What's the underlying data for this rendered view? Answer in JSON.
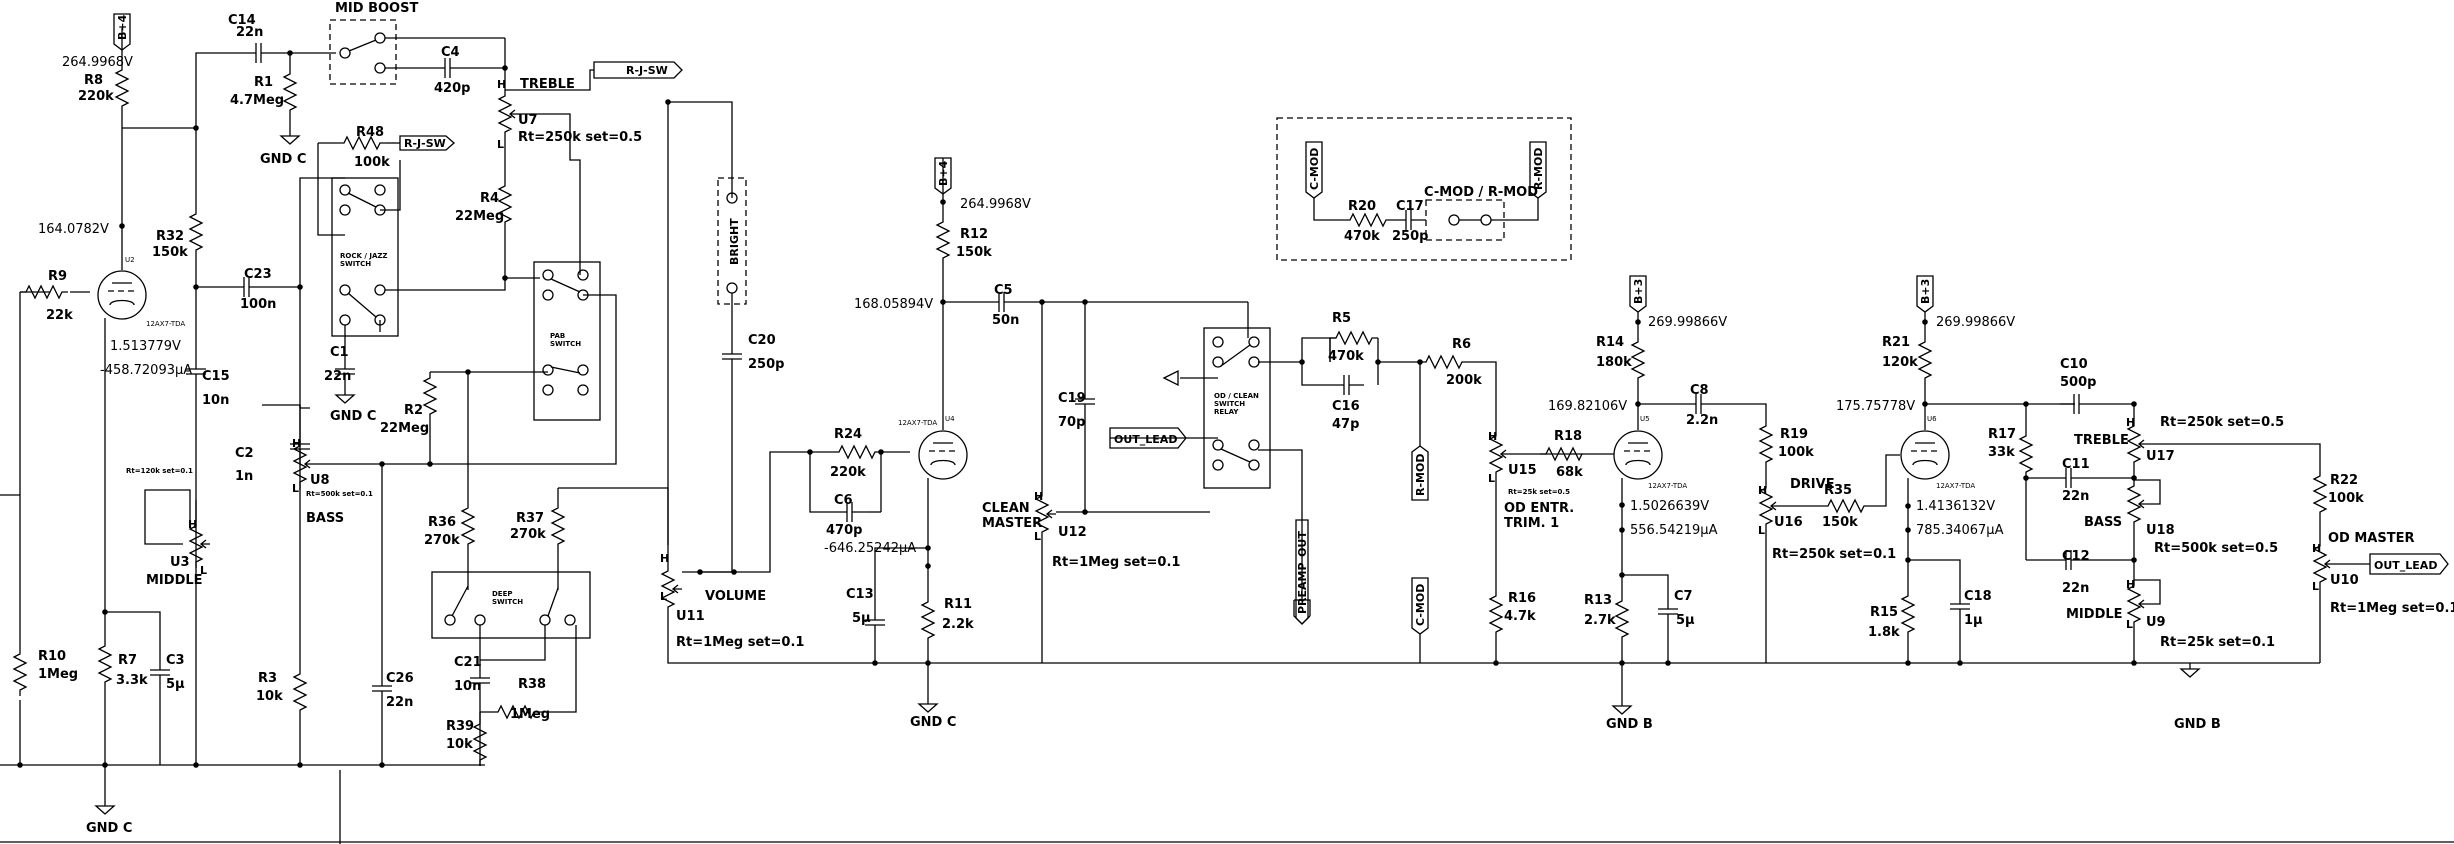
{
  "title": "",
  "nodes": {
    "v_r8_top": "264.9968V",
    "v_v1_plate": "164.0782V",
    "v_v1_cath": "1.513779V",
    "i_v1_cath": "-458.72093µA",
    "v_v2_top": "264.9968V",
    "v_v2_plate": "168.05894V",
    "i_v2_cath": "-646.25242µA",
    "v_v3_top": "269.99866V",
    "v_v3_plate": "169.82106V",
    "v_v3_cath": "1.5026639V",
    "i_v3_cath": "556.54219µA",
    "v_v4_top": "269.99866V",
    "v_v4_plate": "175.75778V",
    "v_v4_cath": "1.4136132V",
    "i_v4_cath": "785.34067µA"
  },
  "rails": {
    "b4": "B+4",
    "b3": "B+3"
  },
  "components": {
    "r8": {
      "ref": "R8",
      "val": "220k"
    },
    "r9": {
      "ref": "R9",
      "val": "22k"
    },
    "r10": {
      "ref": "R10",
      "val": "1Meg"
    },
    "r7": {
      "ref": "R7",
      "val": "3.3k"
    },
    "c3": {
      "ref": "C3",
      "val": "5µ"
    },
    "c14": {
      "ref": "C14",
      "val": "22n"
    },
    "r1": {
      "ref": "R1",
      "val": "4.7Meg"
    },
    "c4": {
      "ref": "C4",
      "val": "420p"
    },
    "r32": {
      "ref": "R32",
      "val": "150k"
    },
    "c23": {
      "ref": "C23",
      "val": "100n"
    },
    "c15": {
      "ref": "C15",
      "val": "10n"
    },
    "r48": {
      "ref": "R48",
      "val": "100k"
    },
    "c1": {
      "ref": "C1",
      "val": "22n"
    },
    "c2": {
      "ref": "C2",
      "val": "1n"
    },
    "r3": {
      "ref": "R3",
      "val": "10k"
    },
    "c26": {
      "ref": "C26",
      "val": "22n"
    },
    "r4": {
      "ref": "R4",
      "val": "22Meg"
    },
    "r2": {
      "ref": "R2",
      "val": "22Meg"
    },
    "r36": {
      "ref": "R36",
      "val": "270k"
    },
    "r37": {
      "ref": "R37",
      "val": "270k"
    },
    "c21": {
      "ref": "C21",
      "val": "10n"
    },
    "r38": {
      "ref": "R38",
      "val": "1Meg"
    },
    "r39": {
      "ref": "R39",
      "val": "10k"
    },
    "c20": {
      "ref": "C20",
      "val": "250p"
    },
    "r12": {
      "ref": "R12",
      "val": "150k"
    },
    "c5": {
      "ref": "C5",
      "val": "50n"
    },
    "r24": {
      "ref": "R24",
      "val": "220k"
    },
    "c6": {
      "ref": "C6",
      "val": "470p"
    },
    "c13": {
      "ref": "C13",
      "val": "5µ"
    },
    "r11": {
      "ref": "R11",
      "val": "2.2k"
    },
    "c19": {
      "ref": "C19",
      "val": "70p"
    },
    "r5": {
      "ref": "R5",
      "val": "470k"
    },
    "c16": {
      "ref": "C16",
      "val": "47p"
    },
    "r6": {
      "ref": "R6",
      "val": "200k"
    },
    "r20": {
      "ref": "R20",
      "val": "470k"
    },
    "c17": {
      "ref": "C17",
      "val": "250p"
    },
    "r14": {
      "ref": "R14",
      "val": "180k"
    },
    "c8": {
      "ref": "C8",
      "val": "2.2n"
    },
    "r18": {
      "ref": "R18",
      "val": "68k"
    },
    "r16": {
      "ref": "R16",
      "val": "4.7k"
    },
    "r13": {
      "ref": "R13",
      "val": "2.7k"
    },
    "c7": {
      "ref": "C7",
      "val": "5µ"
    },
    "r19": {
      "ref": "R19",
      "val": "100k"
    },
    "r35": {
      "ref": "R35",
      "val": "150k"
    },
    "r21": {
      "ref": "R21",
      "val": "120k"
    },
    "c10": {
      "ref": "C10",
      "val": "500p"
    },
    "r17": {
      "ref": "R17",
      "val": "33k"
    },
    "c11": {
      "ref": "C11",
      "val": "22n"
    },
    "c12": {
      "ref": "C12",
      "val": "22n"
    },
    "r15": {
      "ref": "R15",
      "val": "1.8k"
    },
    "c18": {
      "ref": "C18",
      "val": "1µ"
    },
    "r22": {
      "ref": "R22",
      "val": "100k"
    }
  },
  "pots": {
    "u7": {
      "ref": "U7",
      "name": "TREBLE",
      "param": "Rt=250k set=0.5"
    },
    "u8": {
      "ref": "U8",
      "name": "BASS",
      "param": "Rt=500k set=0.1"
    },
    "u3": {
      "ref": "U3",
      "name": "MIDDLE",
      "param": "Rt=120k set=0.1"
    },
    "u11": {
      "ref": "U11",
      "name": "VOLUME",
      "param": "Rt=1Meg set=0.1"
    },
    "u12": {
      "ref": "U12",
      "name": "CLEAN\nMASTER",
      "param": "Rt=1Meg set=0.1"
    },
    "u15": {
      "ref": "U15",
      "name": "OD ENTR.\nTRIM. 1",
      "param": "Rt=25k set=0.5"
    },
    "u16": {
      "ref": "U16",
      "name": "DRIVE",
      "param": "Rt=250k set=0.1"
    },
    "u17": {
      "ref": "U17",
      "name": "TREBLE",
      "param": "Rt=250k set=0.5"
    },
    "u18": {
      "ref": "U18",
      "name": "BASS",
      "param": "Rt=500k set=0.5"
    },
    "u9": {
      "ref": "U9",
      "name": "MIDDLE",
      "param": "Rt=25k set=0.1"
    },
    "u10": {
      "ref": "U10",
      "name": "OD MASTER",
      "param": "Rt=1Meg set=0.1"
    }
  },
  "pot_letters": {
    "h": "H",
    "l": "L"
  },
  "switches": {
    "mid_boost": "MID BOOST",
    "rock_jazz": "ROCK / JAZZ\nSWITCH",
    "pab": "PAB\nSWITCH",
    "deep": "DEEP\nSWITCH",
    "bright": "BRIGHT",
    "relay": "OD / CLEAN\nSWITCH\nRELAY",
    "cmod_rmod": "C-MOD / R-MOD"
  },
  "nets": {
    "rjsw": "R-J-SW",
    "out_lead": "OUT_LEAD",
    "preamp_out": "PREAMP_OUT",
    "r_mod": "R-MOD",
    "c_mod": "C-MOD"
  },
  "grounds": {
    "gnd_c": "GND C",
    "gnd_b": "GND B"
  },
  "tubes": {
    "part": "12AX7-TDA",
    "v1": "U2",
    "v2": "U4",
    "v3": "U5",
    "v4": "U6"
  }
}
